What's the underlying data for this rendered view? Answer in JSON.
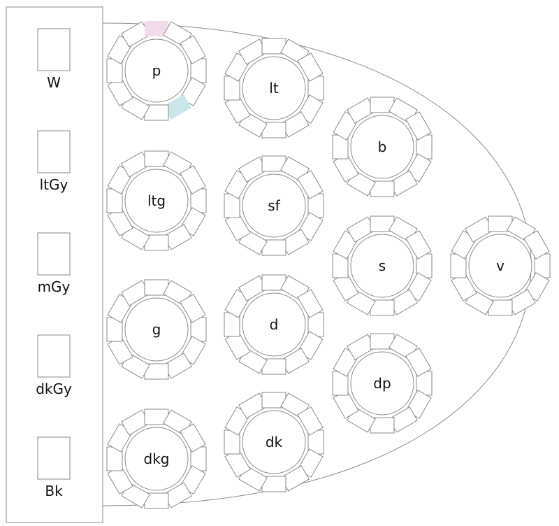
{
  "palette": {
    "stroke": "#8a8a8a",
    "highlight_pink": "#f2dbe9",
    "highlight_teal": "#c9e6e8"
  },
  "swatches": [
    {
      "label": "W"
    },
    {
      "label": "ltGy"
    },
    {
      "label": "mGy"
    },
    {
      "label": "dkGy"
    },
    {
      "label": "Bk"
    }
  ],
  "tables": [
    {
      "label": "p"
    },
    {
      "label": "ltg"
    },
    {
      "label": "g"
    },
    {
      "label": "dkg"
    },
    {
      "label": "lt"
    },
    {
      "label": "sf"
    },
    {
      "label": "d"
    },
    {
      "label": "dk"
    },
    {
      "label": "b"
    },
    {
      "label": "s"
    },
    {
      "label": "dp"
    },
    {
      "label": "v"
    }
  ]
}
